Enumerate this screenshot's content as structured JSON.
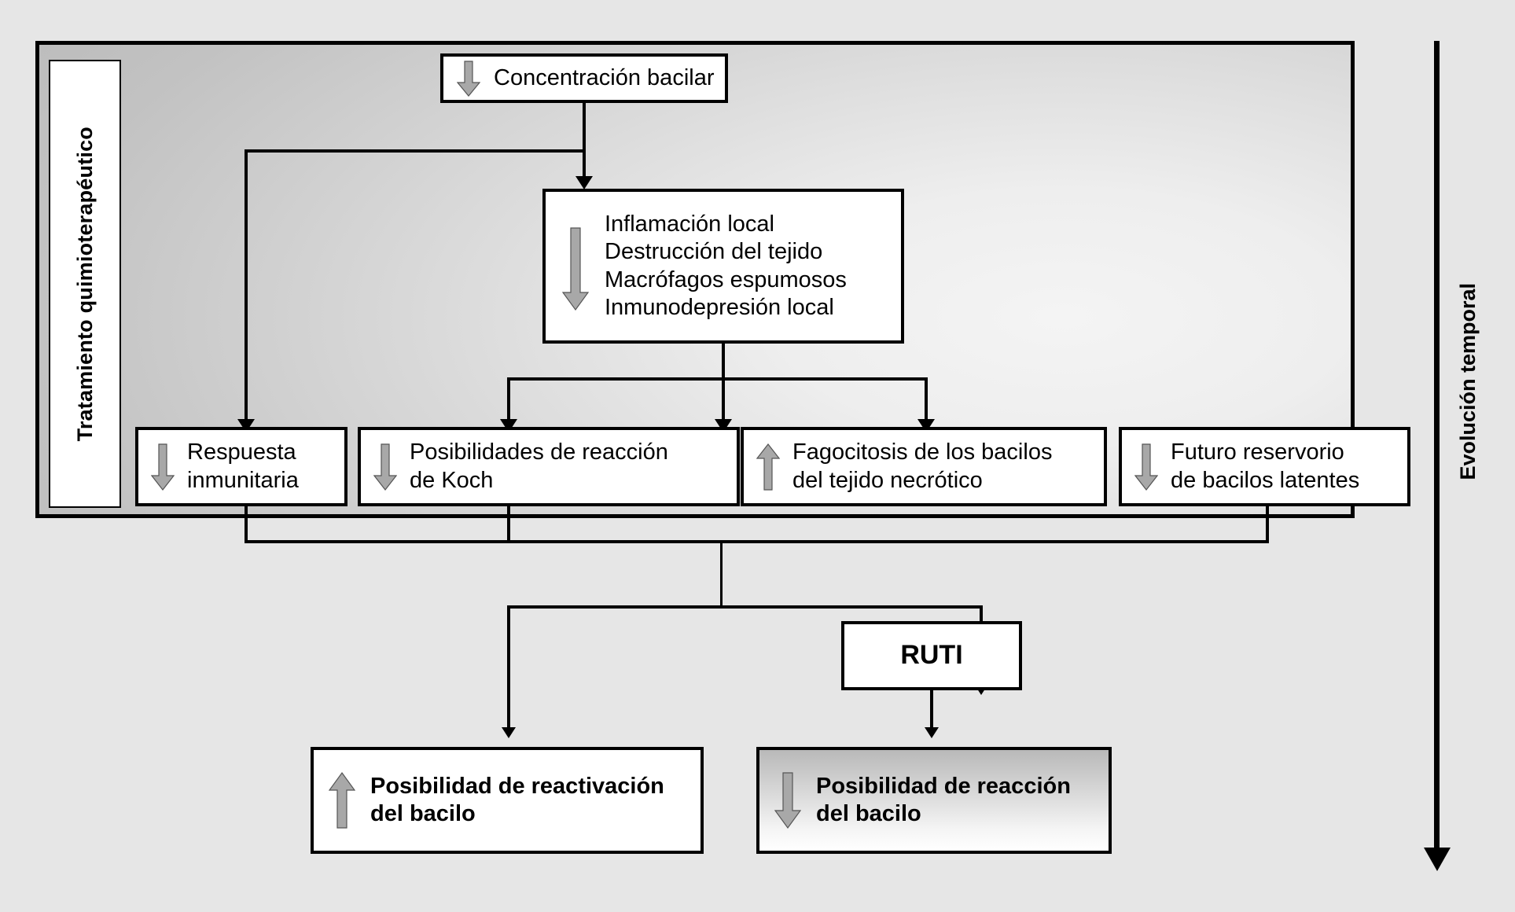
{
  "diagram": {
    "title_left": "Tratamiento quimioterapéutico",
    "time_axis_label": "Evolución temporal"
  },
  "nodes": {
    "bacillary": {
      "label": "Concentración bacilar",
      "arrow": "down-arrow-icon"
    },
    "inflammation": {
      "arrow": "down-arrow-icon",
      "line1": "Inflamación local",
      "line2": "Destrucción del tejido",
      "line3": "Macrófagos espumosos",
      "line4": "Inmunodepresión local"
    },
    "immune": {
      "arrow": "down-arrow-icon",
      "line1": "Respuesta",
      "line2": "inmunitaria"
    },
    "koch": {
      "arrow": "down-arrow-icon",
      "line1": "Posibilidades de reacción",
      "line2": "de Koch"
    },
    "phagocytosis": {
      "arrow": "up-arrow-icon",
      "line1": "Fagocitosis de los bacilos",
      "line2": "del tejido necrótico"
    },
    "reservoir": {
      "arrow": "down-arrow-icon",
      "line1": "Futuro reservorio",
      "line2": "de bacilos latentes"
    },
    "ruti": {
      "label": "RUTI"
    },
    "reactivation": {
      "arrow": "up-arrow-icon",
      "line1": "Posibilidad de reactivación",
      "line2": "del bacilo"
    },
    "reaction": {
      "arrow": "down-arrow-icon",
      "line1": "Posibilidad de reacción",
      "line2": "del bacilo"
    }
  },
  "colors": {
    "background": "#e6e6e6",
    "panel_light": "#f4f4f4",
    "panel_dark": "#b0b0b0",
    "box_fill": "#ffffff",
    "stroke": "#000000",
    "glyph_fill": "#a8a8a8"
  }
}
